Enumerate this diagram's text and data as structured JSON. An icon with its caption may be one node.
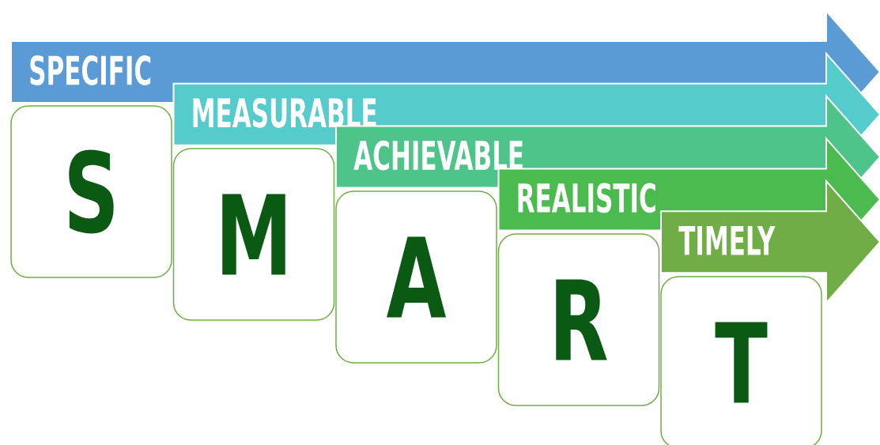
{
  "diagram": {
    "nodes": [
      {
        "text": [
          "SPECIFIC"
        ]
      },
      {
        "text": [
          "S"
        ]
      },
      {
        "text": [
          "MEASURABLE"
        ]
      },
      {
        "text": [
          "M"
        ]
      },
      {
        "text": [
          "ACHIEVABLE"
        ]
      },
      {
        "text": [
          "A"
        ]
      },
      {
        "text": [
          "REALISTIC"
        ]
      },
      {
        "text": [
          "R"
        ]
      },
      {
        "text": [
          "TIMELY"
        ]
      },
      {
        "text": [
          "T"
        ]
      }
    ]
  }
}
